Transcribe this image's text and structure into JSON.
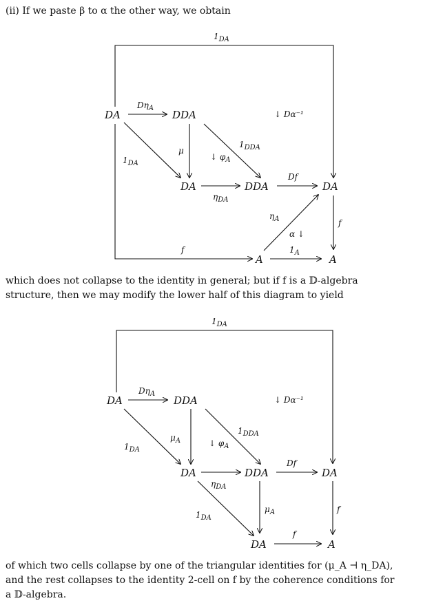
{
  "intro": {
    "text": "(ii) If we paste β to α the other way, we obtain"
  },
  "diagram1": {
    "nodes": {
      "DA_left": "DA",
      "DDA_top": "DDA",
      "DA_mid": "DA",
      "DDA_mid": "DDA",
      "DA_right": "DA",
      "A_bottom": "A",
      "A_right": "A"
    },
    "labels": {
      "top_loop": "1",
      "top_loop_sub": "DA",
      "D_eta_A": "Dη",
      "D_eta_A_sub": "A",
      "D_alpha_inv": "↓ Dα⁻¹",
      "mu": "μ",
      "phi_A": "↓ φ",
      "phi_A_sub": "A",
      "one_DDA": "1",
      "one_DDA_sub": "DDA",
      "one_DA": "1",
      "one_DA_sub": "DA",
      "Df": "Df",
      "eta_DA": "η",
      "eta_DA_sub": "DA",
      "eta_A": "η",
      "eta_A_sub": "A",
      "alpha_down": "α ↓",
      "f_right": "f",
      "one_A": "1",
      "one_A_sub": "A",
      "f_bottom": "f"
    }
  },
  "middle_text": {
    "line1": "which does not collapse to the identity in general; but if f is a 𝔻-algebra",
    "line2": "structure, then we may modify the lower half of this diagram to yield"
  },
  "diagram2": {
    "nodes": {
      "DA_left": "DA",
      "DDA_top": "DDA",
      "DA_mid": "DA",
      "DDA_mid": "DDA",
      "DA_right": "DA",
      "DA_bottom": "DA",
      "A_right": "A"
    },
    "labels": {
      "top_loop": "1",
      "top_loop_sub": "DA",
      "D_eta_A": "Dη",
      "D_eta_A_sub": "A",
      "D_alpha_inv": "↓ Dα⁻¹",
      "mu_A": "μ",
      "mu_A_sub": "A",
      "phi_A": "↓ φ",
      "phi_A_sub": "A",
      "one_DDA": "1",
      "one_DDA_sub": "DDA",
      "one_DA": "1",
      "one_DA_sub": "DA",
      "Df": "Df",
      "eta_DA": "η",
      "eta_DA_sub": "DA",
      "one_DA_lower": "1",
      "one_DA_lower_sub": "DA",
      "mu_A_lower": "μ",
      "mu_A_lower_sub": "A",
      "f_right": "f",
      "f_bottom": "f"
    }
  },
  "closing_text": {
    "line1": "of which two cells collapse by one of the triangular identities for (μ_A ⊣ η_DA),",
    "line2": "and the rest collapses to the identity 2-cell on f by the coherence conditions for",
    "line3": "a 𝔻-algebra."
  }
}
